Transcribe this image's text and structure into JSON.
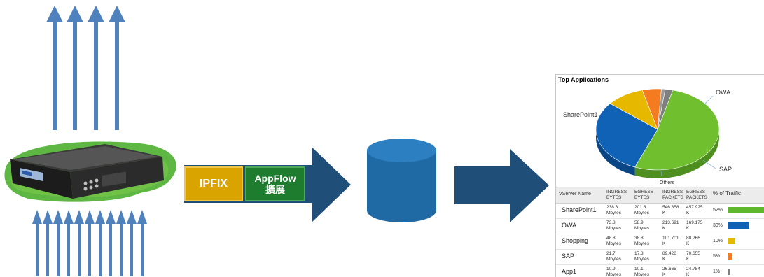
{
  "pipeline": {
    "ipfix_label": "IPFIX",
    "appflow_line1": "AppFlow",
    "appflow_line2": "擴展"
  },
  "colors": {
    "arrow_blue": "#4f81bd",
    "flow_arrow": "#1f4e79",
    "cylinder": "#1f6aa5",
    "ipfix": "#d9a300",
    "appflow": "#1e7c2f",
    "halo_green": "#4caf2f"
  },
  "icons": {
    "device": "network-appliance-icon",
    "database": "database-cylinder-icon"
  },
  "report": {
    "title": "Top Applications",
    "pie_labels": {
      "sharepoint": "SharePoint1",
      "owa": "OWA",
      "sap": "SAP",
      "others": "Others"
    },
    "headers": {
      "name": "VServer Name",
      "ingress_bytes_1": "INGRESS",
      "ingress_bytes_2": "BYTES",
      "egress_bytes_1": "EGRESS",
      "egress_bytes_2": "BYTES",
      "ingress_packets_1": "INGRESS",
      "ingress_packets_2": "PACKETS",
      "egress_packets_1": "EGRESS",
      "egress_packets_2": "PACKETS",
      "pct": "% of Traffic"
    },
    "rows": [
      {
        "name": "SharePoint1",
        "ib1": "238.8",
        "ib2": "Mbytes",
        "eb1": "201.6",
        "eb2": "Mbytes",
        "ip1": "546.858",
        "ip2": "K",
        "ep1": "457.925",
        "ep2": "K",
        "pct": "52%",
        "share": 0.52,
        "color": "#5fb82c"
      },
      {
        "name": "OWA",
        "ib1": "73.8",
        "ib2": "Mbytes",
        "eb1": "58.9",
        "eb2": "Mbytes",
        "ip1": "213.691",
        "ip2": "K",
        "ep1": "169.175",
        "ep2": "K",
        "pct": "30%",
        "share": 0.3,
        "color": "#0f62b5"
      },
      {
        "name": "Shopping",
        "ib1": "48.8",
        "ib2": "Mbytes",
        "eb1": "38.8",
        "eb2": "Mbytes",
        "ip1": "101.701",
        "ip2": "K",
        "ep1": "80.266",
        "ep2": "K",
        "pct": "10%",
        "share": 0.1,
        "color": "#e6b800"
      },
      {
        "name": "SAP",
        "ib1": "21.7",
        "ib2": "Mbytes",
        "eb1": "17.3",
        "eb2": "Mbytes",
        "ip1": "89.428",
        "ip2": "K",
        "ep1": "70.655",
        "ep2": "K",
        "pct": "5%",
        "share": 0.05,
        "color": "#f47b20"
      },
      {
        "name": "App1",
        "ib1": "10.9",
        "ib2": "Mbytes",
        "eb1": "10.1",
        "eb2": "Mbytes",
        "ip1": "26.665",
        "ip2": "K",
        "ep1": "24.784",
        "ep2": "K",
        "pct": "1%",
        "share": 0.01,
        "color": "#7f7f7f"
      }
    ]
  },
  "chart_data": {
    "type": "pie",
    "title": "Top Applications",
    "categories": [
      "SharePoint1",
      "OWA",
      "Shopping",
      "SAP",
      "App1",
      "Others"
    ],
    "values": [
      52,
      30,
      10,
      5,
      1,
      2
    ]
  }
}
